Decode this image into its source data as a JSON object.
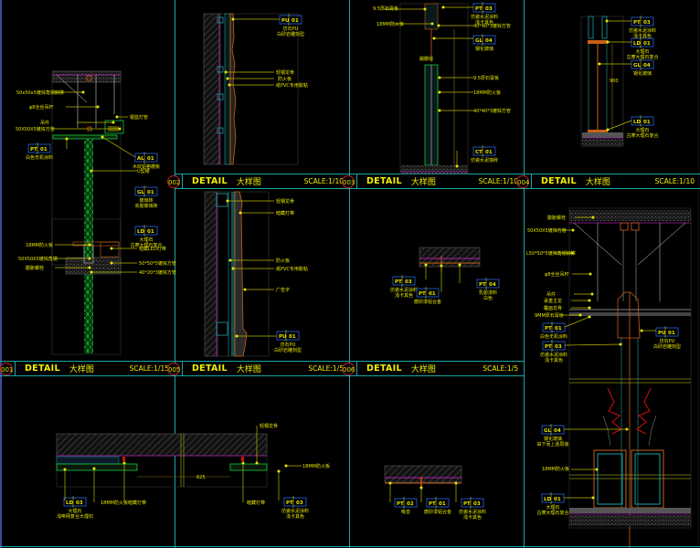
{
  "colors": {
    "background": "#000000",
    "frame": "#1aa6a6",
    "text": "#e6e600",
    "tag_box": "#1f4fb0",
    "bubble": "#c0202a",
    "green": "#18c840",
    "magenta": "#b020b0",
    "orange": "#c86018",
    "teal": "#18a0a0",
    "red": "#d01010"
  },
  "panels": [
    {
      "id": "001",
      "title": "DETAIL",
      "title_cn": "大样图",
      "scale": "SCALE:1/15",
      "labels": [
        "50x50x5镀锌角钢斜撑",
        "φ8全丝吊杆",
        "吊件",
        "50X50X5镀锌方管",
        "银蓝灯管",
        "木纹铝 装饰板",
        "U型槽",
        "18MM防火板",
        "50X50X5镀锌角钢",
        "膨胀螺栓",
        "暗藏LED灯带",
        "50*50*5镀锌方管",
        "40*20*3镀锌方管"
      ],
      "tags": [
        {
          "code": "PT",
          "num": "01",
          "desc": "白色无机涂料"
        },
        {
          "code": "AL",
          "num": "01",
          "desc": "木纹铝格栅板"
        },
        {
          "code": "GL",
          "num": "01",
          "desc": "玻璃砖 / 夹胶玻璃砖"
        },
        {
          "code": "LD",
          "num": "01",
          "desc": "大理石 / 古摩大理石复合"
        }
      ]
    },
    {
      "id": "002",
      "title": "DETAIL",
      "title_cn": "大样图",
      "scale": "SCALE:1/10",
      "labels": [
        "轻钢龙骨",
        "防火板",
        "纸PVC专用胶粘"
      ],
      "tags": [
        {
          "code": "PU",
          "num": "01",
          "desc": "仿石PU / 白砂岩雕刻型"
        }
      ]
    },
    {
      "id": "003",
      "title": "DETAIL",
      "title_cn": "大样图",
      "scale": "SCALE:1/10",
      "labels": [
        "9.5厚石膏板",
        "18MM防火板",
        "40*40*3镀锌方管",
        "踢脚线",
        "9.5厚石膏板",
        "18MM防火板",
        "40*40*3镀锌方管"
      ],
      "tags": [
        {
          "code": "PT",
          "num": "03",
          "desc": "仿瓷水泥涂料 / 浅卡其色"
        },
        {
          "code": "GL",
          "num": "04",
          "desc": "钢化玻璃"
        },
        {
          "code": "CT",
          "num": "01",
          "desc": "仿瓷水泥墙砖"
        }
      ]
    },
    {
      "id": "004",
      "title": "DETAIL",
      "title_cn": "大样图",
      "scale": "SCALE:1/10",
      "labels": [
        "900"
      ],
      "tags": [
        {
          "code": "PT",
          "num": "03",
          "desc": "仿瓷水泥涂料 / 浅卡其色"
        },
        {
          "code": "LD",
          "num": "01",
          "desc": "大理石 / 古摩大理石复合"
        },
        {
          "code": "GL",
          "num": "04",
          "desc": "钢化玻璃"
        },
        {
          "code": "LD",
          "num": "01",
          "desc": "大理石 / 古摩大理石复合"
        }
      ]
    },
    {
      "id": "005",
      "title": "DETAIL",
      "title_cn": "大样图",
      "scale": "SCALE:1/5",
      "labels": [
        "轻钢龙骨",
        "暗藏灯带",
        "防火板",
        "纸PVC专用胶粘",
        "广告字"
      ],
      "tags": [
        {
          "code": "PU",
          "num": "01",
          "desc": "仿石PU / 白砂岩雕刻型"
        }
      ]
    },
    {
      "id": "006",
      "title": "DETAIL",
      "title_cn": "大样图",
      "scale": "SCALE:1/5",
      "labels": [],
      "tags": [
        {
          "code": "PT",
          "num": "03",
          "desc": "仿瓷水泥涂料 / 浅卡其色"
        },
        {
          "code": "PT",
          "num": "01",
          "desc": "磨砂漆铝合金"
        },
        {
          "code": "PT",
          "num": "04",
          "desc": "乳胶漆料 / 白色"
        }
      ]
    },
    {
      "id": "007",
      "title": "",
      "title_cn": "",
      "scale": "",
      "labels": [
        "膨胀螺栓",
        "50X50X5镀锌方管",
        "L50*50*5镀锌角钢斜撑",
        "φ8全丝吊杆",
        "吊件",
        "承重主龙",
        "覆面龙骨",
        "9MM厚石膏板"
      ],
      "tags": [
        {
          "code": "PT",
          "num": "01",
          "desc": "白色无机涂料"
        },
        {
          "code": "PT",
          "num": "03",
          "desc": "仿瓷水泥涂料 / 浅卡其色"
        },
        {
          "code": "PU",
          "num": "01",
          "desc": "仿石PU / 白砂岩雕刻型"
        },
        {
          "code": "GL",
          "num": "04",
          "desc": "钢化玻璃 / 由下而上逐层装"
        },
        {
          "code": "LD",
          "num": "01",
          "desc": "大理石 / 古摩大理石复合"
        }
      ],
      "extra_labels": [
        "18MM防火板"
      ]
    },
    {
      "id": "008",
      "title": "",
      "title_cn": "",
      "scale": "",
      "labels": [
        "轻钢龙骨",
        "18MM防火板",
        "暗藏灯带",
        "暗藏灯带",
        "18MM防火板",
        "625"
      ],
      "tags": [
        {
          "code": "LD",
          "num": "03",
          "desc": "大理石 / 浅啡网复合大理石"
        },
        {
          "code": "PT",
          "num": "03",
          "desc": "仿瓷水泥涂料 / 浅卡其色"
        }
      ]
    },
    {
      "id": "009",
      "title": "",
      "title_cn": "",
      "scale": "",
      "labels": [],
      "tags": [
        {
          "code": "PT",
          "num": "02",
          "desc": "吸音"
        },
        {
          "code": "PT",
          "num": "01",
          "desc": "磨砂漆铝合金"
        },
        {
          "code": "PT",
          "num": "03",
          "desc": "仿瓷水泥涂料 / 浅卡其色"
        }
      ]
    }
  ]
}
